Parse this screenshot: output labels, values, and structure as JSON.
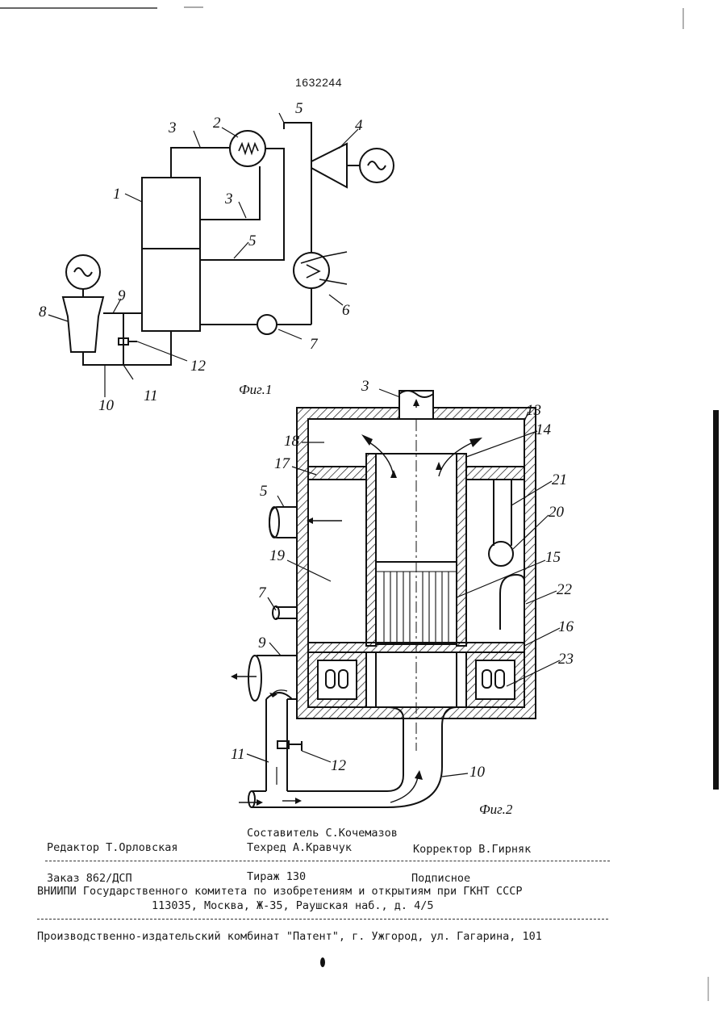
{
  "document": {
    "patent_number": "1632244"
  },
  "figure1": {
    "caption": "Фиг.1",
    "labels": {
      "l1": "1",
      "l2": "2",
      "l3a": "3",
      "l3b": "3",
      "l4": "4",
      "l5a": "5",
      "l5b": "5",
      "l6": "6",
      "l7": "7",
      "l8": "8",
      "l9": "9",
      "l10": "10",
      "l11": "11",
      "l12": "12"
    }
  },
  "figure2": {
    "caption": "Фиг.2",
    "labels": {
      "l3": "3",
      "l5": "5",
      "l7": "7",
      "l9": "9",
      "l10": "10",
      "l11": "11",
      "l12": "12",
      "l13": "13",
      "l14": "14",
      "l15": "15",
      "l16": "16",
      "l17": "17",
      "l18": "18",
      "l19": "19",
      "l20": "20",
      "l21": "21",
      "l22": "22",
      "l23": "23"
    }
  },
  "imprint": {
    "editor": "Редактор Т.Орловская",
    "compiler": "Составитель С.Кочемазов",
    "techred": "Техред А.Кравчук",
    "corrector": "Корректор В.Гирняк",
    "order": "Заказ 862/ДСП",
    "circulation": "Тираж 130",
    "subscription": "Подписное",
    "institute": "ВНИИПИ Государственного комитета по изобретениям и открытиям при ГКНТ СССР",
    "address": "113035, Москва, Ж-35, Раушская наб., д. 4/5",
    "publisher": "Производственно-издательский комбинат \"Патент\", г. Ужгород, ул. Гагарина, 101"
  }
}
